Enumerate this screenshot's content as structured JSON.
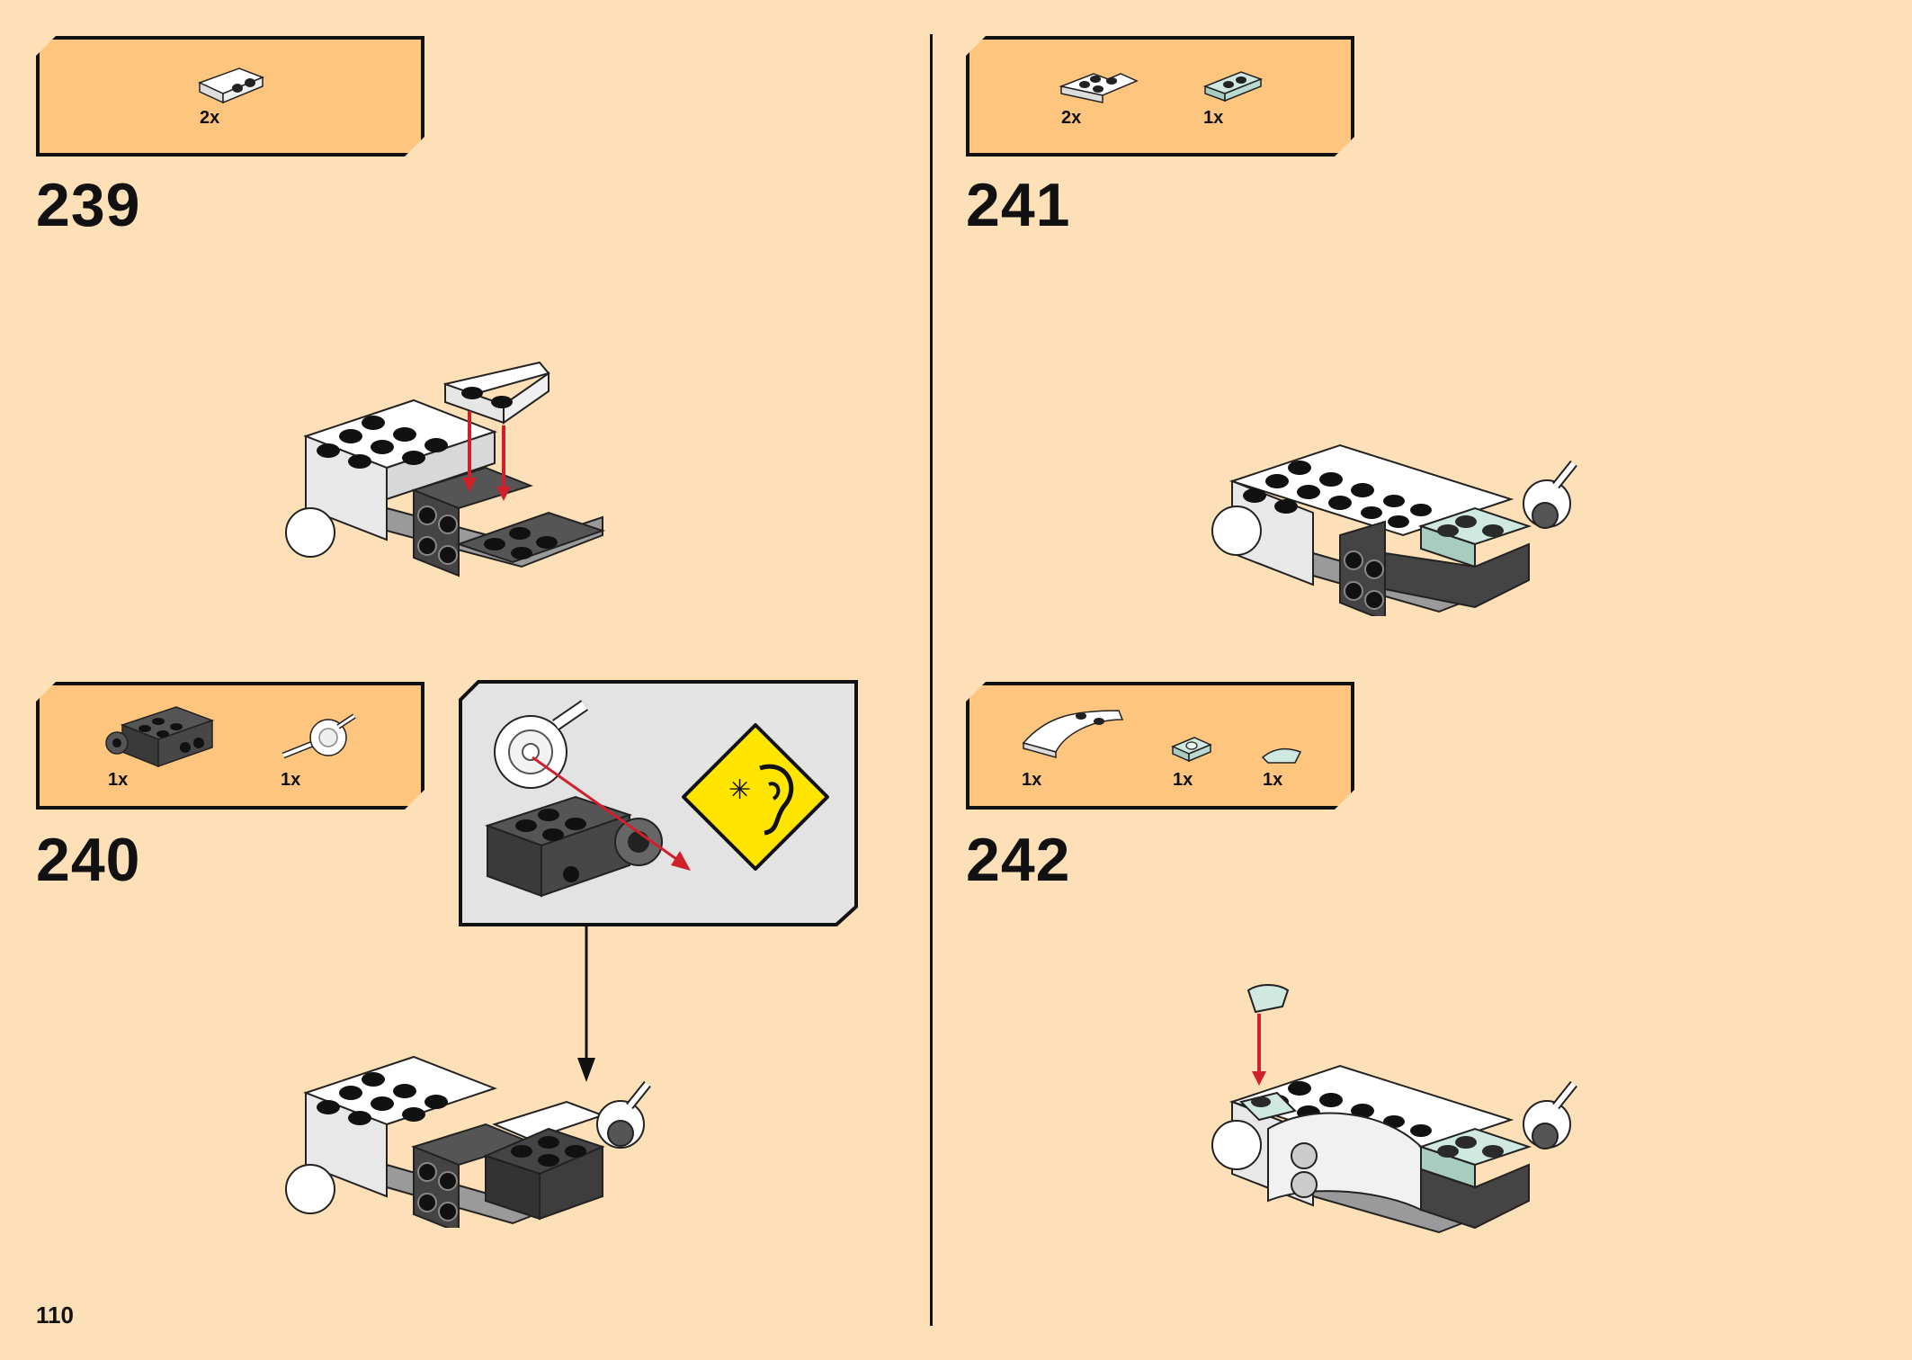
{
  "page_number": "110",
  "colors": {
    "background": "#fee0b8",
    "callout_fill": "#fdc57e",
    "detail_box_fill": "#e3e3e3",
    "arrow_red": "#d0212b",
    "warning_yellow": "#ffe500"
  },
  "steps": [
    {
      "number": "239",
      "parts": [
        {
          "count": "2x",
          "icon": "white-bracket-1x2-icon"
        }
      ]
    },
    {
      "number": "240",
      "parts": [
        {
          "count": "1x",
          "icon": "dark-grey-technic-brick-2x2-icon"
        },
        {
          "count": "1x",
          "icon": "white-ball-joint-connector-icon"
        }
      ],
      "detail": {
        "icons": [
          "white-connector-detail-icon",
          "dark-grey-technic-brick-detail-icon",
          "listen-for-click-warning-icon"
        ]
      }
    },
    {
      "number": "241",
      "parts": [
        {
          "count": "2x",
          "icon": "white-plate-corner-icon"
        },
        {
          "count": "1x",
          "icon": "light-aqua-plate-1x2-icon"
        }
      ]
    },
    {
      "number": "242",
      "parts": [
        {
          "count": "1x",
          "icon": "white-curved-slope-icon"
        },
        {
          "count": "1x",
          "icon": "light-aqua-tile-round-icon"
        },
        {
          "count": "1x",
          "icon": "light-aqua-quarter-tile-icon"
        }
      ]
    }
  ]
}
